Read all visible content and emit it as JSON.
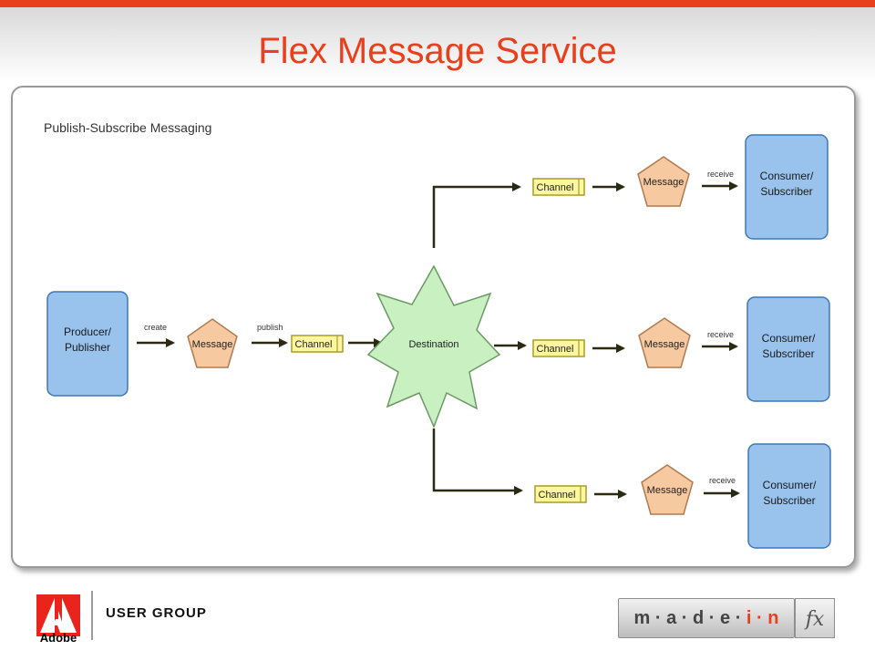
{
  "slide": {
    "title": "Flex Message Service"
  },
  "diagram": {
    "heading": "Publish-Subscribe Messaging",
    "producer": "Producer/\nPublisher",
    "label_create": "create",
    "label_publish": "publish",
    "label_receive": "receive",
    "message": "Message",
    "channel": "Channel",
    "destination": "Destination",
    "consumer": "Consumer/\nSubscriber",
    "colors": {
      "box_fill": "#99c3ed",
      "box_stroke": "#3d78b8",
      "message_fill": "#f6c9a0",
      "message_stroke": "#b07a4e",
      "channel_fill": "#fff7a0",
      "channel_stroke": "#a99b2c",
      "destination_fill": "#c8f0c0",
      "destination_stroke": "#6a9a62",
      "arrow": "#2a2a14"
    }
  },
  "footer": {
    "adobe_word": "Adobe",
    "user_group": "USER GROUP",
    "madein_parts": [
      "m · a · d · e",
      "i · n"
    ],
    "fx": "fx"
  }
}
